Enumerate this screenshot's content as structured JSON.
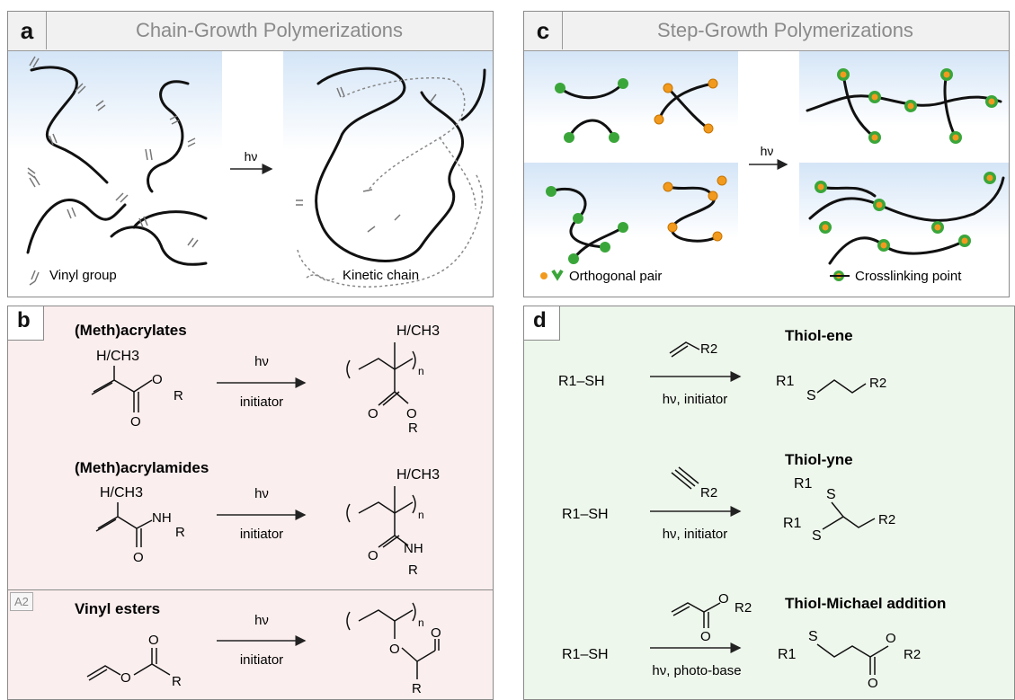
{
  "panel_a": {
    "letter": "a",
    "title": "Chain-Growth Polymerizations",
    "arrow_label": "hν",
    "legend_vinyl": "Vinyl group",
    "legend_kinetic": "Kinetic chain"
  },
  "panel_b": {
    "letter": "b",
    "tag": "A2",
    "rows": [
      {
        "title": "(Meth)acrylates",
        "arrow_top": "hν",
        "arrow_bottom": "initiator",
        "sub_label": "H/CH3",
        "group": "R",
        "o_label": "O"
      },
      {
        "title": "(Meth)acrylamides",
        "arrow_top": "hν",
        "arrow_bottom": "initiator",
        "sub_label": "H/CH3",
        "group": "R",
        "nh_label": "NH",
        "o_label": "O"
      },
      {
        "title": "Vinyl esters",
        "arrow_top": "hν",
        "arrow_bottom": "initiator",
        "group": "R",
        "o_label": "O"
      }
    ],
    "n_label": "n"
  },
  "panel_c": {
    "letter": "c",
    "title": "Step-Growth Polymerizations",
    "arrow_label": "hν",
    "legend_pair": "Orthogonal pair",
    "legend_crosslink": "Crosslinking point"
  },
  "panel_d": {
    "letter": "d",
    "rows": [
      {
        "title": "Thiol-ene",
        "reactant": "R1–SH",
        "arrow_bottom": "hν, initiator",
        "r2": "R2"
      },
      {
        "title": "Thiol-yne",
        "reactant": "R1–SH",
        "arrow_bottom": "hν, initiator",
        "r2": "R2"
      },
      {
        "title": "Thiol-Michael addition",
        "reactant": "R1–SH",
        "arrow_bottom": "hν, photo-base",
        "r2": "R2"
      }
    ],
    "s_label": "S",
    "o_label": "O",
    "r1": "R1"
  },
  "colors": {
    "panel_a_bg": "#dbe9f8",
    "panel_b_bg": "#fbeeee",
    "panel_c_bg": "#dbe9f8",
    "panel_d_bg": "#eef7ec",
    "green": "#3aa63a",
    "orange": "#f29a1d"
  }
}
